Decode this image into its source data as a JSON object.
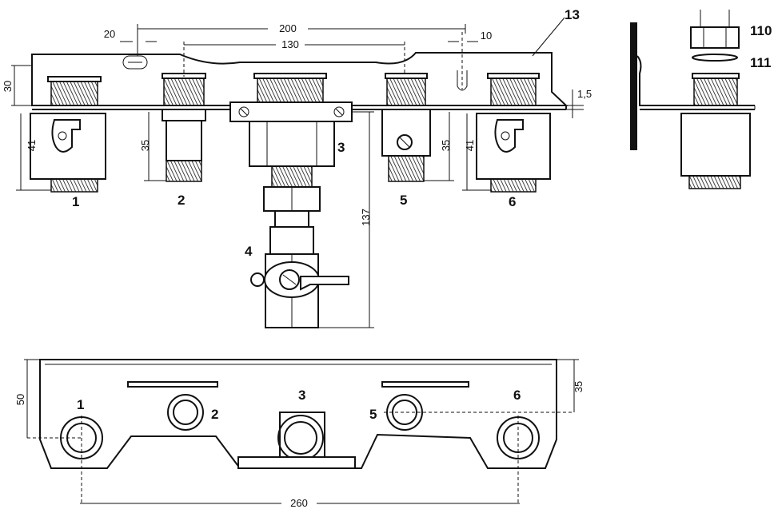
{
  "parts": {
    "p1": "1",
    "p2": "2",
    "p3": "3",
    "p4": "4",
    "p5": "5",
    "p6": "6",
    "p13": "13",
    "p110": "110",
    "p111": "111"
  },
  "dims": {
    "d200": "200",
    "d130": "130",
    "d20": "20",
    "d10": "10",
    "d30": "30",
    "d41a": "41",
    "d35a": "35",
    "d35b": "35",
    "d41b": "41",
    "d1_5": "1,5",
    "d137": "137",
    "d50": "50",
    "d35c": "35",
    "d260": "260"
  },
  "plan_labels": {
    "q1": "1",
    "q2": "2",
    "q3": "3",
    "q5": "5",
    "q6": "6"
  }
}
